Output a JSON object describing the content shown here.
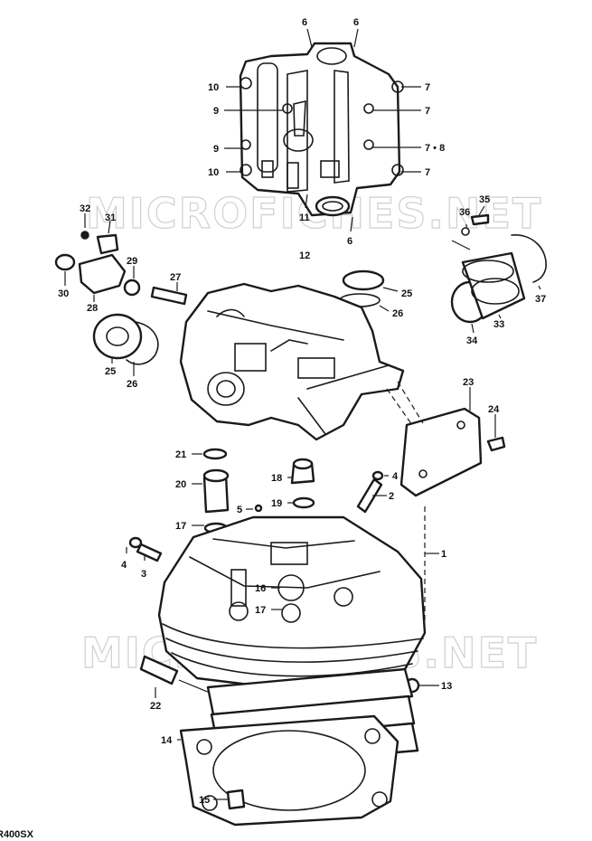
{
  "watermark": "MICROFICHES.NET",
  "model_code": "R400SX",
  "callouts": {
    "c1": "1",
    "c2": "2",
    "c3": "3",
    "c4a": "4",
    "c4b": "4",
    "c5": "5",
    "c6a": "6",
    "c6b": "6",
    "c6c": "6",
    "c7a": "7",
    "c7b": "7",
    "c7c": "7 • 8",
    "c7d": "7",
    "c9a": "9",
    "c9b": "9",
    "c10a": "10",
    "c10b": "10",
    "c11": "11",
    "c12": "12",
    "c13": "13",
    "c14": "14",
    "c15": "15",
    "c16": "16",
    "c17a": "17",
    "c17b": "17",
    "c18": "18",
    "c19": "19",
    "c20": "20",
    "c21": "21",
    "c22": "22",
    "c23": "23",
    "c24": "24",
    "c25a": "25",
    "c25b": "25",
    "c26a": "26",
    "c26b": "26",
    "c27": "27",
    "c28": "28",
    "c29": "29",
    "c30": "30",
    "c31": "31",
    "c32": "32",
    "c33": "33",
    "c34": "34",
    "c35": "35",
    "c36": "36",
    "c37": "37"
  }
}
